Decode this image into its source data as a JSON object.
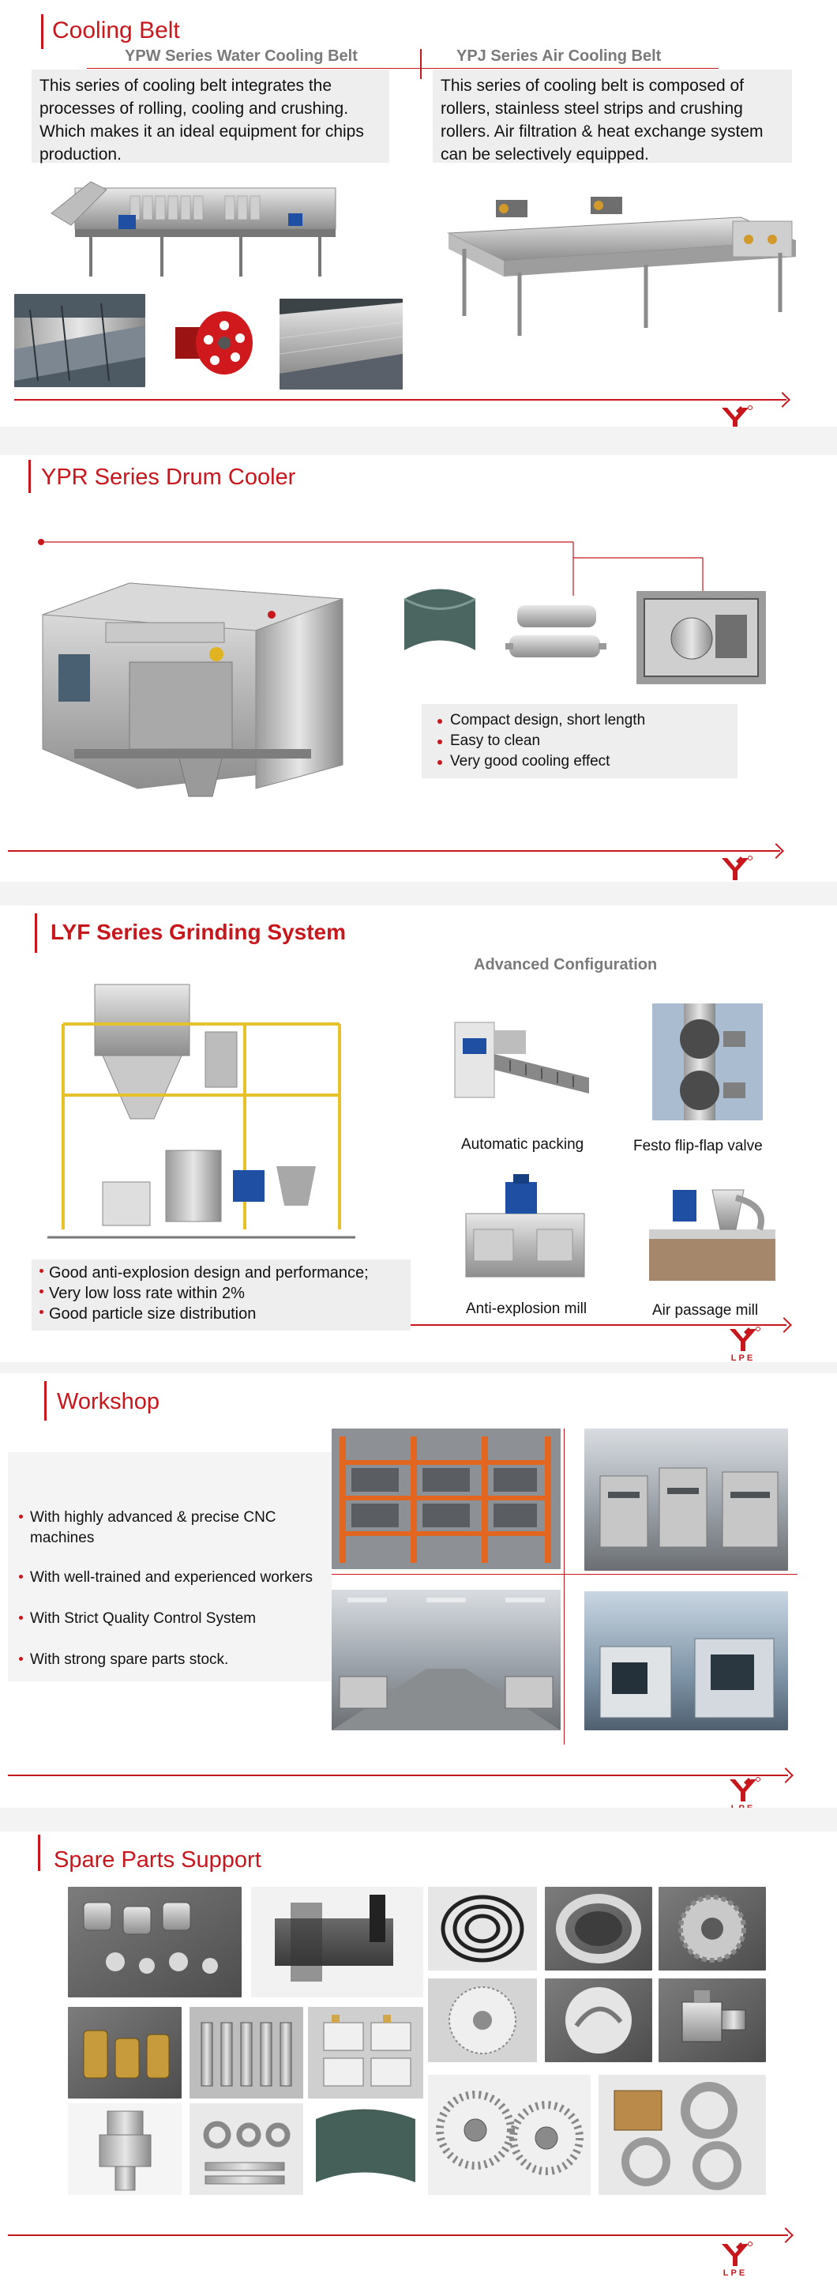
{
  "logo_text": "LPE",
  "colors": {
    "accent": "#c8161d",
    "panel": "#eeeeee",
    "subhead": "#7a7a7a"
  },
  "cooling_belt": {
    "title": "Cooling Belt",
    "ypw": {
      "heading": "YPW Series Water Cooling Belt",
      "text": "This series of cooling belt integrates the processes of rolling, cooling and crushing. Which makes it an ideal equipment for chips production."
    },
    "ypj": {
      "heading": "YPJ Series Air Cooling Belt",
      "text": "This series of cooling belt is composed of rollers, stainless steel strips and crushing rollers. Air filtration & heat exchange system can be selectively equipped."
    }
  },
  "drum_cooler": {
    "title": "YPR Series Drum Cooler",
    "bullets": [
      "Compact design, short length",
      "Easy to clean",
      "Very good cooling effect"
    ]
  },
  "grinding": {
    "title": "LYF Series Grinding System",
    "config_heading": "Advanced Configuration",
    "captions": [
      "Automatic packing",
      "Festo flip-flap valve",
      "Anti-explosion mill",
      "Air passage mill"
    ],
    "bullets": [
      "Good anti-explosion design and performance;",
      "Very low loss rate within 2%",
      "Good particle size distribution"
    ]
  },
  "workshop": {
    "title": "Workshop",
    "bullets": [
      "With highly advanced & precise CNC machines",
      "With well-trained and experienced workers",
      "With Strict Quality Control System",
      "With strong spare parts stock."
    ]
  },
  "spare_parts": {
    "title": "Spare Parts Support"
  }
}
